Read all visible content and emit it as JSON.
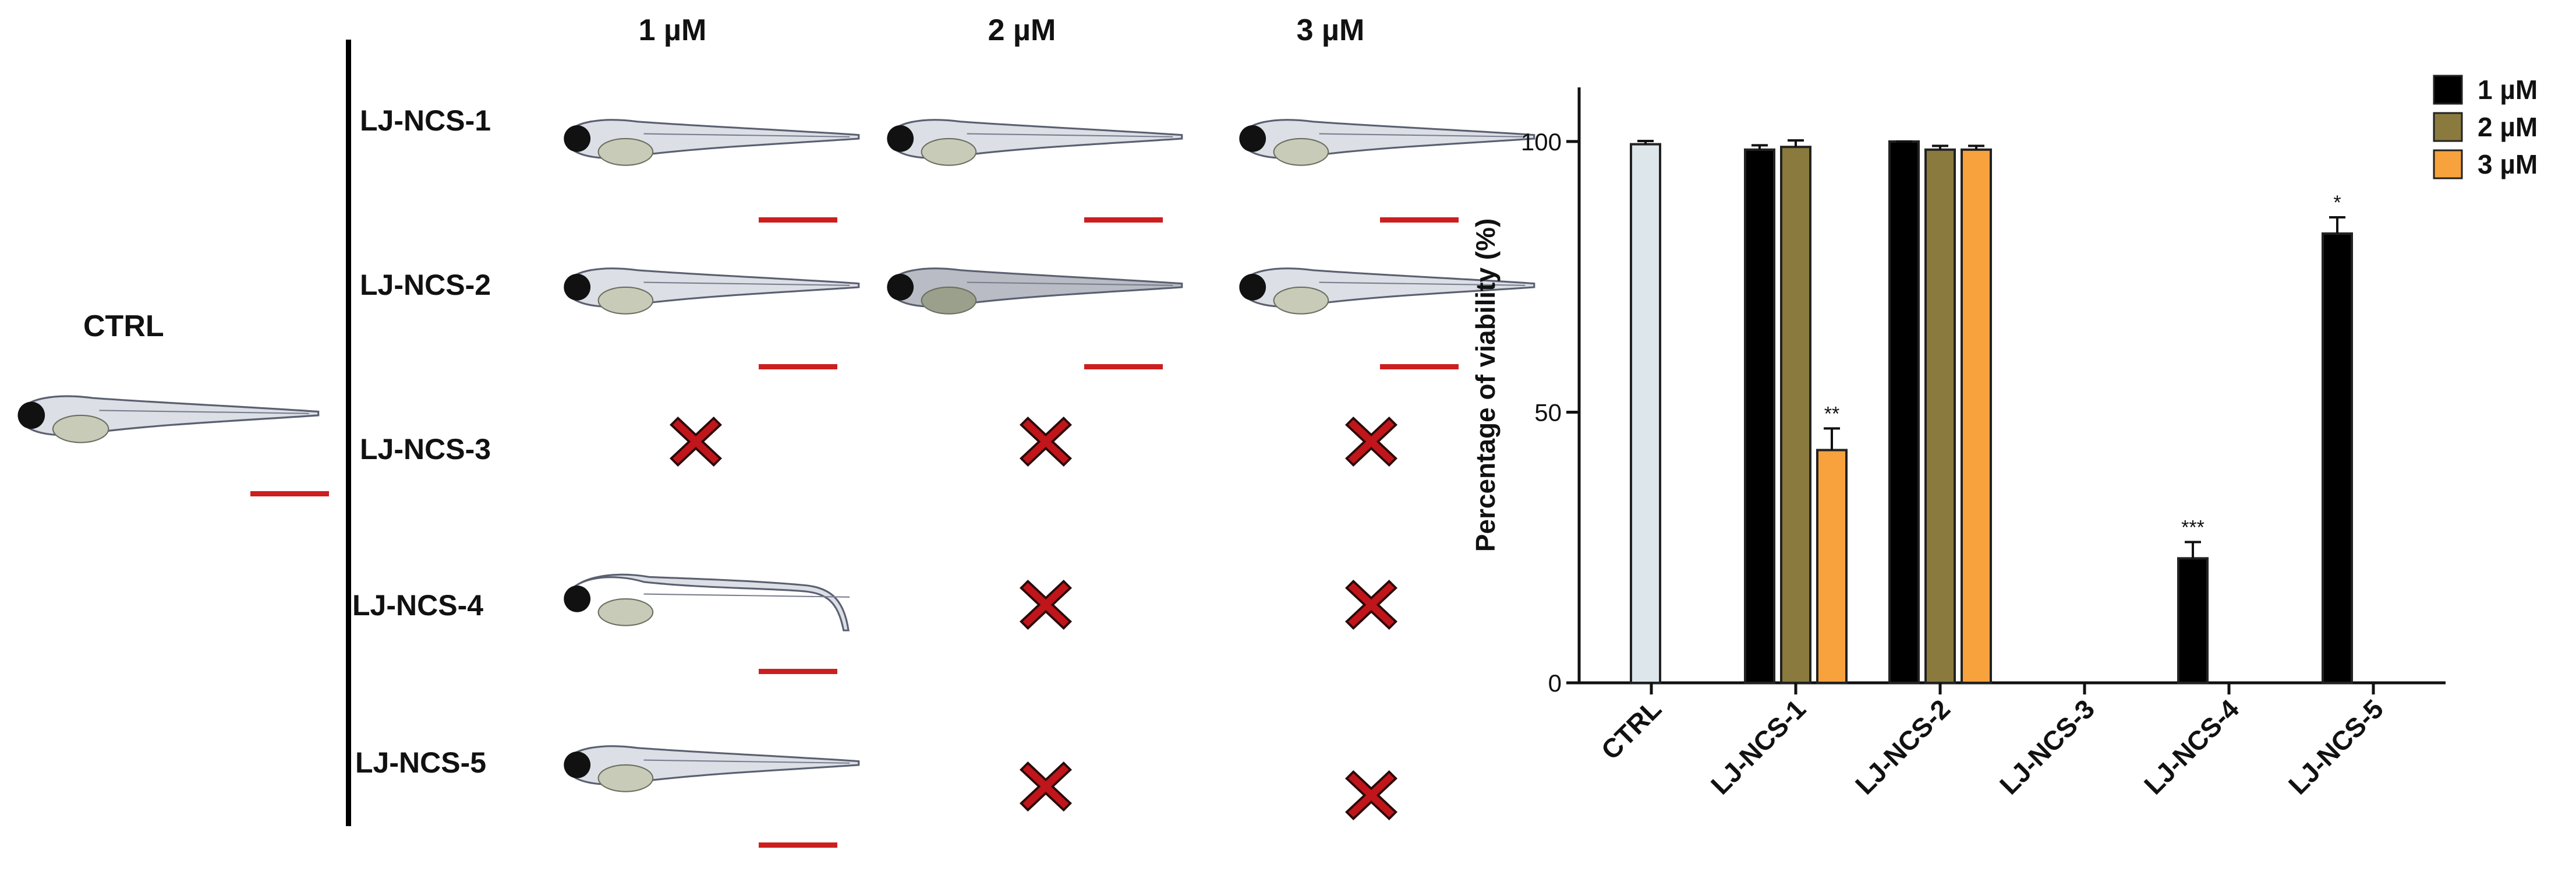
{
  "panel_a": {
    "ctrl_label": "CTRL",
    "concentrations": [
      "1 µM",
      "2 µM",
      "3 µM"
    ],
    "rows": [
      {
        "label": "LJ-NCS-1",
        "cells": [
          "fish",
          "fish",
          "fish"
        ]
      },
      {
        "label": "LJ-NCS-2",
        "cells": [
          "fish",
          "fish",
          "fish"
        ]
      },
      {
        "label": "LJ-NCS-3",
        "cells": [
          "x",
          "x",
          "x"
        ]
      },
      {
        "label": "LJ-NCS-4",
        "cells": [
          "fish",
          "x",
          "x"
        ]
      },
      {
        "label": "LJ-NCS-5",
        "cells": [
          "fish",
          "x",
          "x"
        ]
      }
    ],
    "colors": {
      "scalebar": "#cc1f1f",
      "xmark": "#c0151a"
    }
  },
  "chart_data": {
    "type": "bar",
    "categories": [
      "CTRL",
      "LJ-NCS-1",
      "LJ-NCS-2",
      "LJ-NCS-3",
      "LJ-NCS-4",
      "LJ-NCS-5"
    ],
    "ylabel": "Percentage of viability (%)",
    "ylim": [
      0,
      110
    ],
    "yticks": [
      0,
      50,
      100
    ],
    "legend_position": "top-right",
    "series": [
      {
        "name": "1 µM",
        "color": "#000000",
        "values": [
          99.5,
          98.5,
          100,
          0,
          23,
          83
        ],
        "errors": [
          0.6,
          0.8,
          0,
          0,
          3,
          3
        ],
        "stars": [
          "",
          "",
          "",
          "",
          "***",
          "*"
        ]
      },
      {
        "name": "2 µM",
        "color": "#8a7a3d",
        "values": [
          null,
          99,
          98.5,
          0,
          0,
          0
        ],
        "errors": [
          0,
          1.2,
          0.7,
          0,
          0,
          0
        ],
        "stars": [
          "",
          "",
          "",
          "",
          "",
          ""
        ]
      },
      {
        "name": "3 µM",
        "color": "#f7a23c",
        "values": [
          null,
          43,
          98.5,
          0,
          0,
          0
        ],
        "errors": [
          0,
          4,
          0.7,
          0,
          0,
          0
        ],
        "stars": [
          "",
          "**",
          "",
          "",
          "",
          ""
        ]
      }
    ],
    "ctrl_bar_color": "#dde6ea"
  }
}
